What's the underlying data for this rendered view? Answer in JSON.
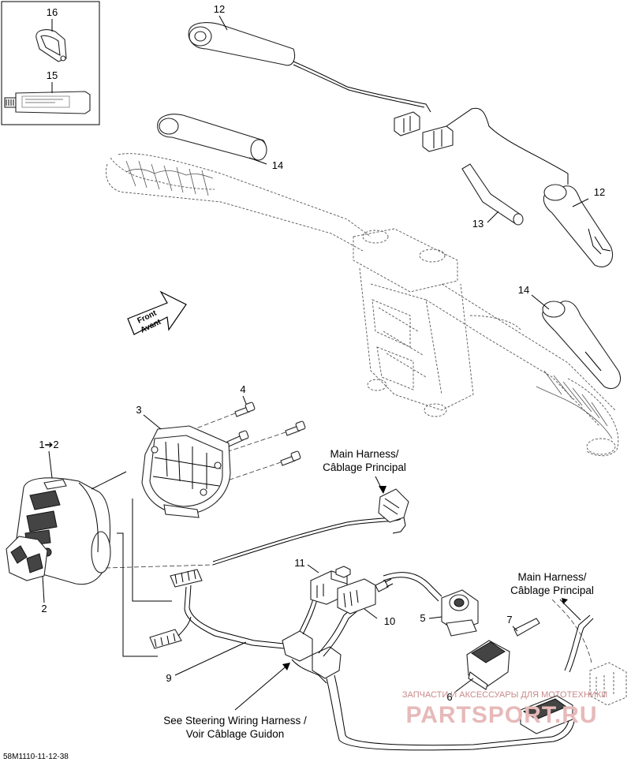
{
  "callouts": {
    "c1_2": "1➔2",
    "c2": "2",
    "c3": "3",
    "c4": "4",
    "c5": "5",
    "c6": "6",
    "c7": "7",
    "c9": "9",
    "c10": "10",
    "c11": "11",
    "c12_top": "12",
    "c12_right": "12",
    "c13": "13",
    "c14_mid": "14",
    "c14_right": "14",
    "c15": "15",
    "c16": "16"
  },
  "front_arrow": {
    "line1": "Front",
    "line2": "Avant"
  },
  "main_harness_1": {
    "line1": "Main Harness/",
    "line2": "Câblage Principal"
  },
  "main_harness_2": {
    "line1": "Main Harness/",
    "line2": "Câblage Principal"
  },
  "steering_note": {
    "line1": "See Steering Wiring Harness /",
    "line2": "Voir Câblage Guidon"
  },
  "diagram_code": "58M1110-11-12-38",
  "watermark": {
    "caption": "ЗАПЧАСТИ И АКСЕССУАРЫ ДЛЯ МОТОТЕХНИКИ",
    "brand": "PARTSPORT.RU"
  }
}
